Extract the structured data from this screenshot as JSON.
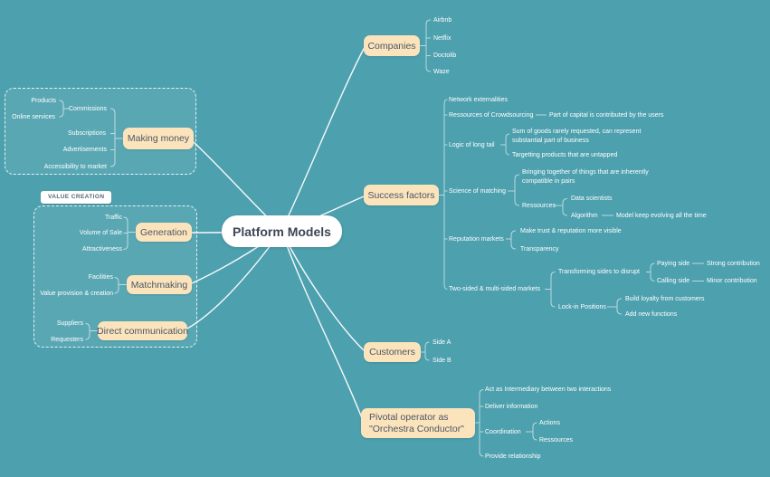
{
  "colors": {
    "background": "#4DA0AE",
    "node_fill": "#FBE4BC",
    "node_text": "#4C5566",
    "center_fill": "#FFFFFF",
    "center_text": "#3E4654",
    "leaf_text": "#FFFFFF",
    "line": "#FFFFFF",
    "tab_text": "#5C6672"
  },
  "map": {
    "center": "Platform Models",
    "companies": {
      "label": "Companies",
      "airbnb": "Airbnb",
      "netflix": "Netflix",
      "doctolib": "Doctolib",
      "waze": "Waze"
    },
    "success": {
      "label": "Success factors",
      "network": "Network externalities",
      "crowdsourcing": "Ressources of Crowdsourcing",
      "crowdsourcing_note": "Part of capital is contributed by the users",
      "longtail": "Logic of long tail",
      "longtail_sum": "Sum of goods rarely requested, can represent substantial part of business",
      "longtail_target": "Targetting products that are untapped",
      "matching": "Science of matching",
      "matching_bringing": "Bringing together of things that are inherently compatible in pairs",
      "matching_ressources": "Ressources",
      "data_scientists": "Data scientists",
      "algorithm": "Algorithm",
      "algorithm_note": "Model keep evolving all the time",
      "reputation": "Reputation markets",
      "reputation_trust": "Make trust & reputation more visible",
      "reputation_transparency": "Transparency",
      "twosided": "Two-sided & multi-sided markets",
      "transforming": "Transforming sides to disrupt",
      "paying": "Paying side",
      "paying_note": "Strong contribution",
      "calling": "Calling side",
      "calling_note": "Minor contribution",
      "lockin": "Lock-in Positions",
      "lockin_loyalty": "Build loyalty from customers",
      "lockin_functions": "Add new functions"
    },
    "making_money": {
      "label": "Making money",
      "commissions": "Commissions",
      "products": "Products",
      "online_services": "Online services",
      "subscriptions": "Subscriptions",
      "advertisements": "Advertisements",
      "accessibility": "Accessibility to market"
    },
    "value_creation": {
      "group_label": "VALUE CREATION",
      "generation": "Generation",
      "traffic": "Traffic",
      "volume": "Volume of Sale",
      "attractiveness": "Attractiveness",
      "matchmaking": "Matchmaking",
      "facilities": "Facilities",
      "value_provision": "Value provision & creation",
      "direct": "Direct communication",
      "suppliers": "Suppliers",
      "requesters": "Requesters"
    },
    "customers": {
      "label": "Customers",
      "side_a": "Side A",
      "side_b": "Side B"
    },
    "pivotal": {
      "label": "Pivotal operator as \"Orchestra Conductor\"",
      "intermediary": "Act as Intermediary between two interactions",
      "deliver": "Deliver information",
      "coordination": "Coordination",
      "actions": "Actions",
      "ressources": "Ressources",
      "provide": "Provide relationship"
    }
  }
}
